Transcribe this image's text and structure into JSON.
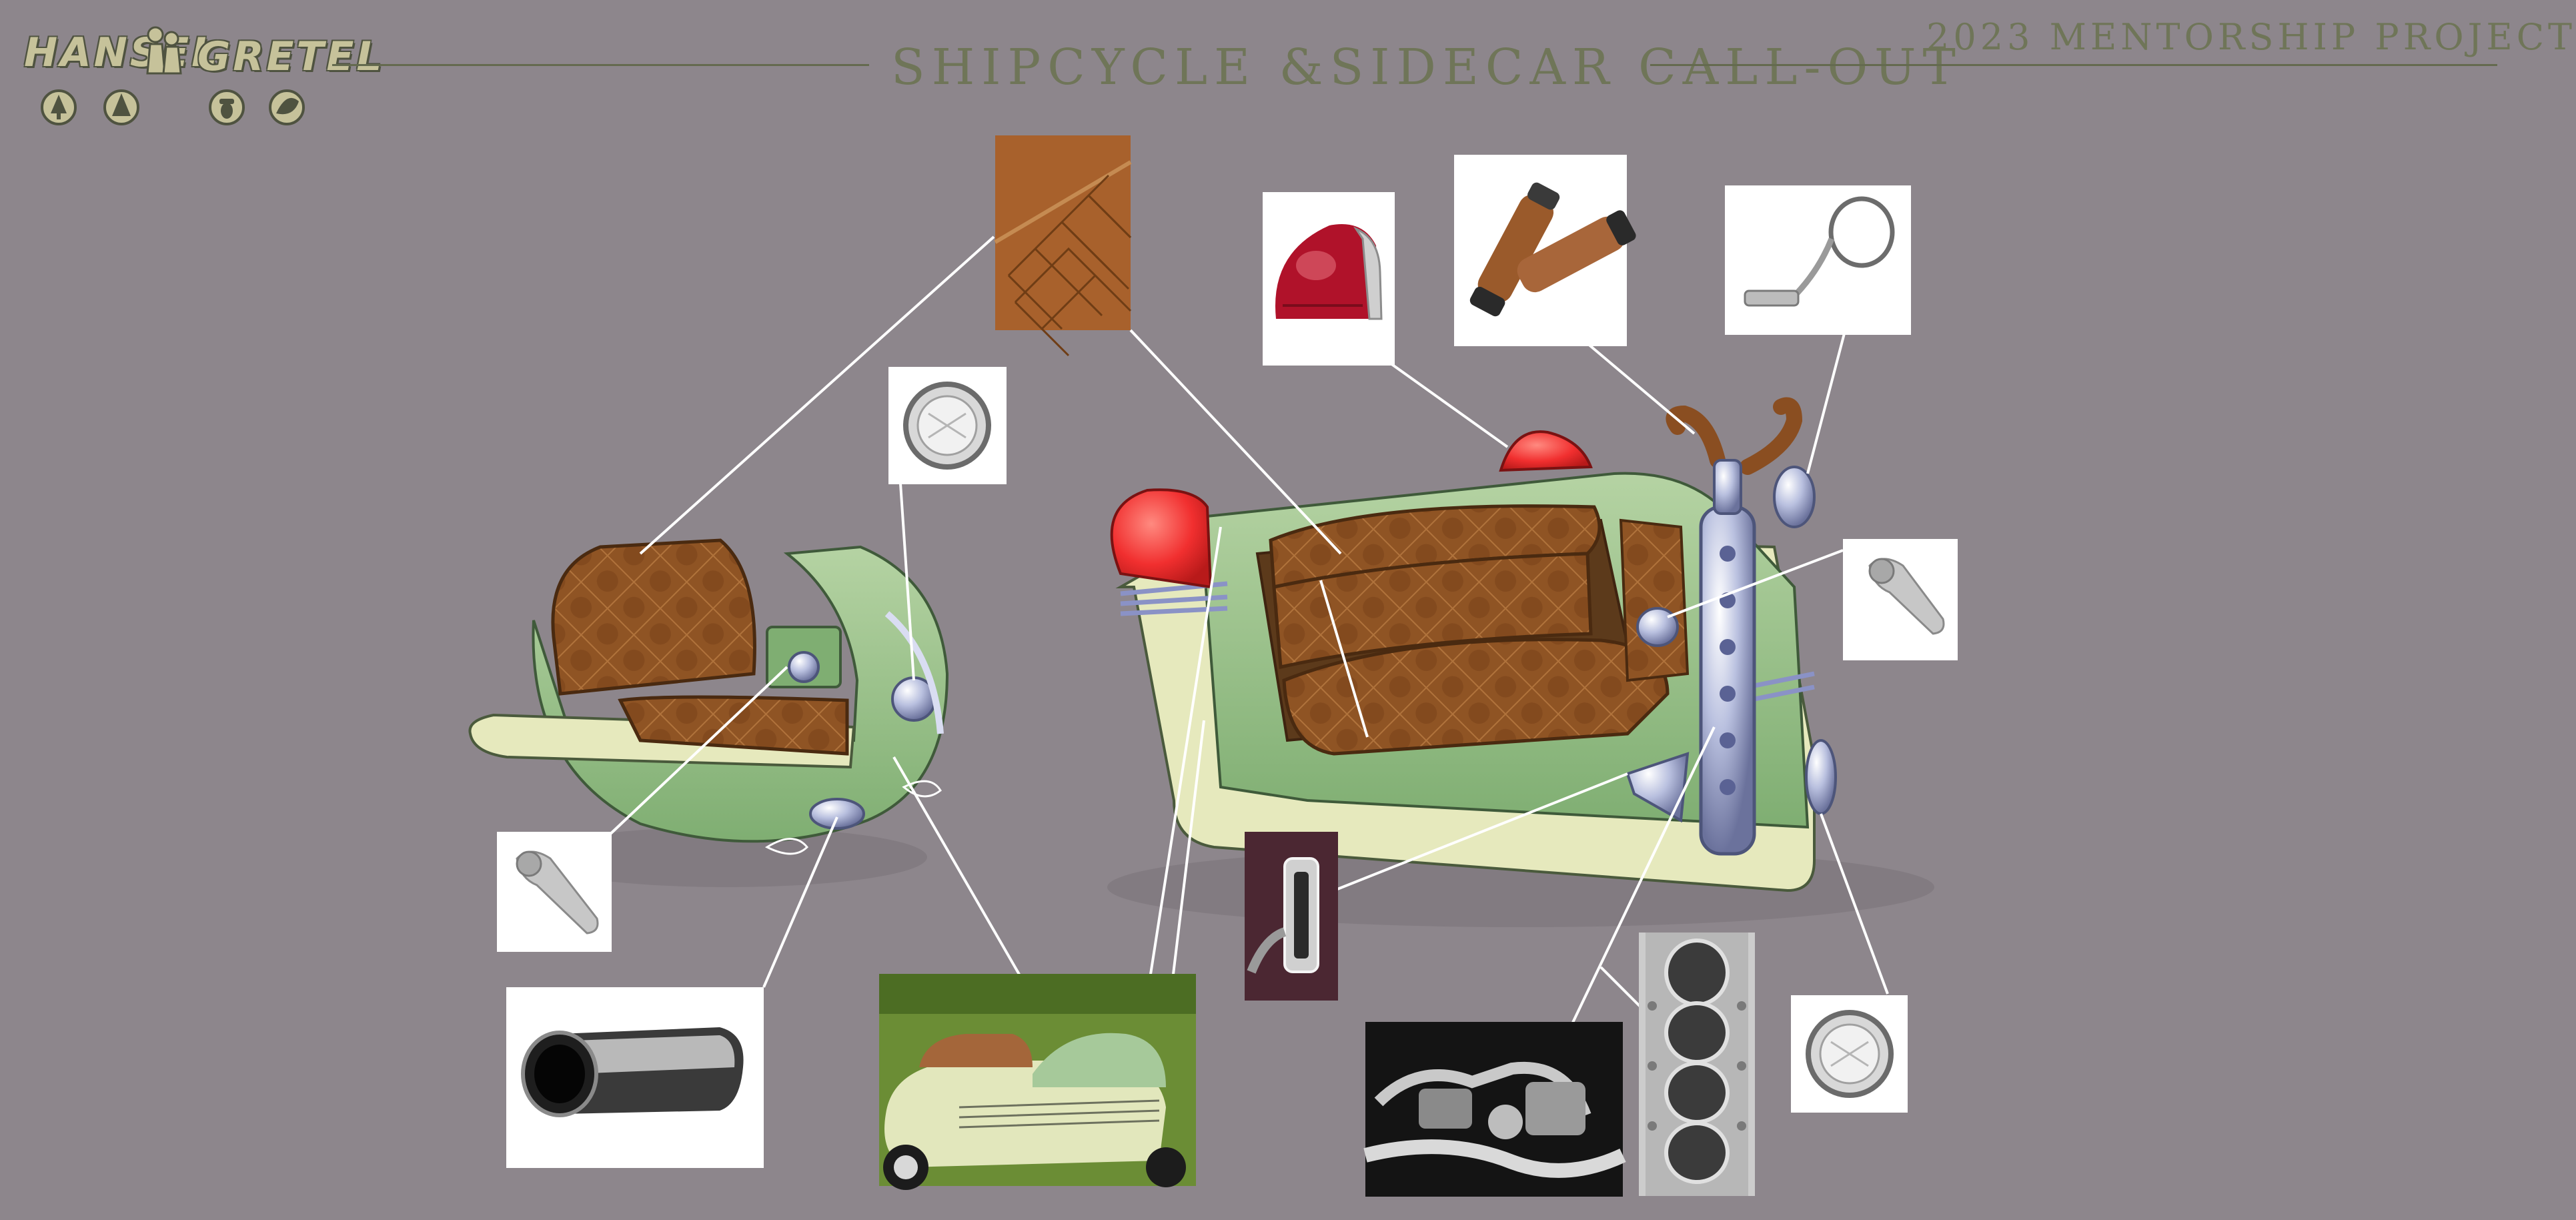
{
  "header": {
    "logo_left": "HANSEL",
    "logo_right": "GRETEL",
    "title": "SHIPCYCLE &SIDECAR CALL-OUT",
    "project": "2023 MENTORSHIP PROJECT"
  },
  "logo_badges": [
    "tree-icon",
    "forest-icon",
    "acorn-icon",
    "leaf-icon"
  ],
  "colors": {
    "background": "#8d868c",
    "header_text": "#6f7558",
    "body_green": "#9cc28e",
    "body_cream": "#e8eac2",
    "leather": "#8a4e21",
    "leader_line": "#ffffff",
    "taillight_red": "#e42a2a"
  },
  "reference_photos": [
    "quilted-leather-swatch",
    "headlight-photo-top",
    "taillight-photo",
    "leather-grips-photo",
    "round-mirror-photo",
    "lever-photo-right",
    "lever-photo-left",
    "exhaust-tip-photo",
    "sidecar-vehicle-photo",
    "floor-pedal-photo",
    "engine-chrome-photo",
    "cylinder-block-photo",
    "headlight-photo-bottom"
  ]
}
